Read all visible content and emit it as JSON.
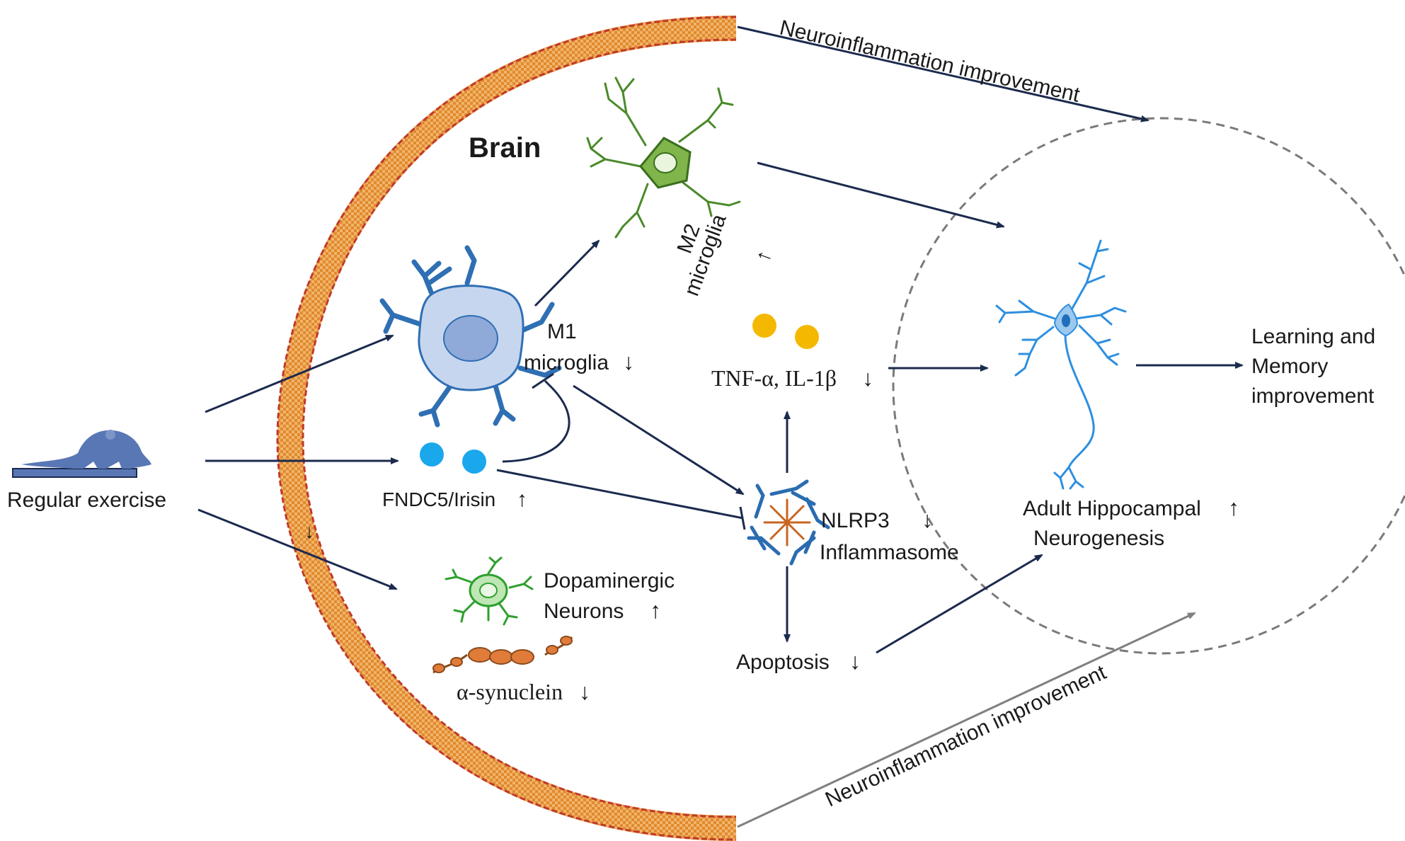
{
  "colors": {
    "arrow": "#1b2a4e",
    "gray_arrow": "#808080",
    "brain_wall": "#e8a04e",
    "brain_wall_edge": "#c0392b",
    "m1_microglia": "#2f6fb3",
    "m2_microglia": "#4a8a2a",
    "irisin_dots": "#1aa7ec",
    "cytokine_dots": "#f5b800",
    "neuron": "#2d8fe0",
    "dopaminergic": "#2ea02e",
    "synuclein": "#e07b3a",
    "nlrp3_outer": "#2b6cb0",
    "nlrp3_inner": "#c8651f",
    "mouse": "#5a77b5"
  },
  "labels": {
    "brain": "Brain",
    "regular_exercise": "Regular exercise",
    "m1_line1": "M1",
    "m1_line2": "microglia",
    "m2_line1": "M2",
    "m2_line2": "microglia",
    "fndc5": "FNDC5/Irisin",
    "cytokines": "TNF-α, IL-1β",
    "nlrp3_line1": "NLRP3",
    "nlrp3_line2": "Inflammasome",
    "apoptosis": "Apoptosis",
    "dopaminergic_line1": "Dopaminergic",
    "dopaminergic_line2": "Neurons",
    "synuclein": "α-synuclein",
    "ahn_line1": "Adult Hippocampal",
    "ahn_line2": "Neurogenesis",
    "learning_line1": "Learning and",
    "learning_line2": "Memory",
    "learning_line3": "improvement",
    "neuroinflammation_top": "Neuroinflammation improvement",
    "neuroinflammation_bottom": "Neuroinflammation improvement"
  },
  "indicators": {
    "up": "↑",
    "down": "↓"
  }
}
